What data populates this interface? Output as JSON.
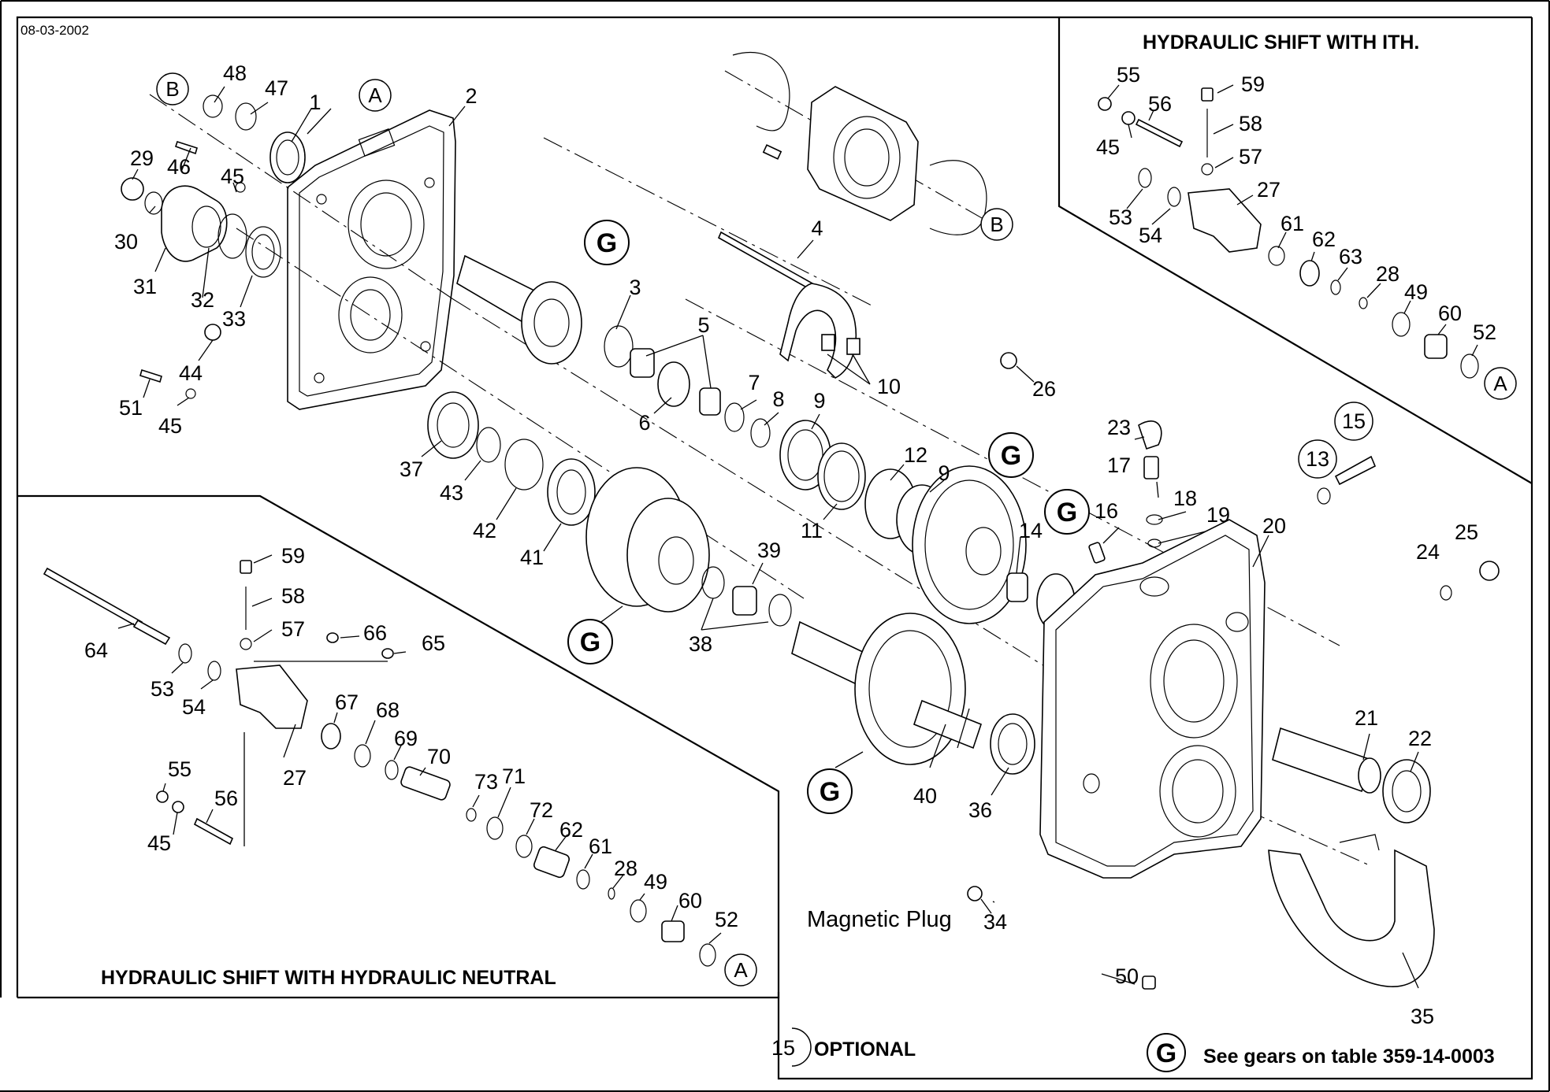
{
  "date": "08-03-2002",
  "titles": {
    "ith": "HYDRAULIC SHIFT WITH ITH.",
    "neutral": "HYDRAULIC SHIFT WITH HYDRAULIC NEUTRAL"
  },
  "captions": {
    "magnetic_plug": "Magnetic Plug"
  },
  "legend": {
    "optional_number": "15",
    "optional_label": "OPTIONAL",
    "gears_letter": "G",
    "gears_label": "See gears on table 359-14-0003"
  },
  "circled": {
    "A": "A",
    "B": "B",
    "G": "G",
    "n13": "13",
    "n15": "15"
  },
  "part_numbers": {
    "main": [
      "1",
      "2",
      "3",
      "4",
      "5",
      "6",
      "7",
      "8",
      "9",
      "9",
      "10",
      "11",
      "12",
      "14",
      "16",
      "17",
      "18",
      "19",
      "20",
      "21",
      "22",
      "23",
      "24",
      "25",
      "26",
      "29",
      "30",
      "31",
      "32",
      "33",
      "34",
      "35",
      "36",
      "37",
      "38",
      "39",
      "40",
      "41",
      "42",
      "43",
      "44",
      "45",
      "45",
      "46",
      "47",
      "48",
      "50",
      "51"
    ],
    "ith": [
      "55",
      "45",
      "56",
      "59",
      "58",
      "57",
      "53",
      "54",
      "27",
      "61",
      "62",
      "63",
      "28",
      "49",
      "60",
      "52"
    ],
    "neutral": [
      "64",
      "53",
      "54",
      "59",
      "58",
      "57",
      "66",
      "65",
      "27",
      "67",
      "68",
      "69",
      "70",
      "73",
      "71",
      "72",
      "62",
      "61",
      "28",
      "49",
      "60",
      "52",
      "55",
      "56",
      "45"
    ]
  }
}
